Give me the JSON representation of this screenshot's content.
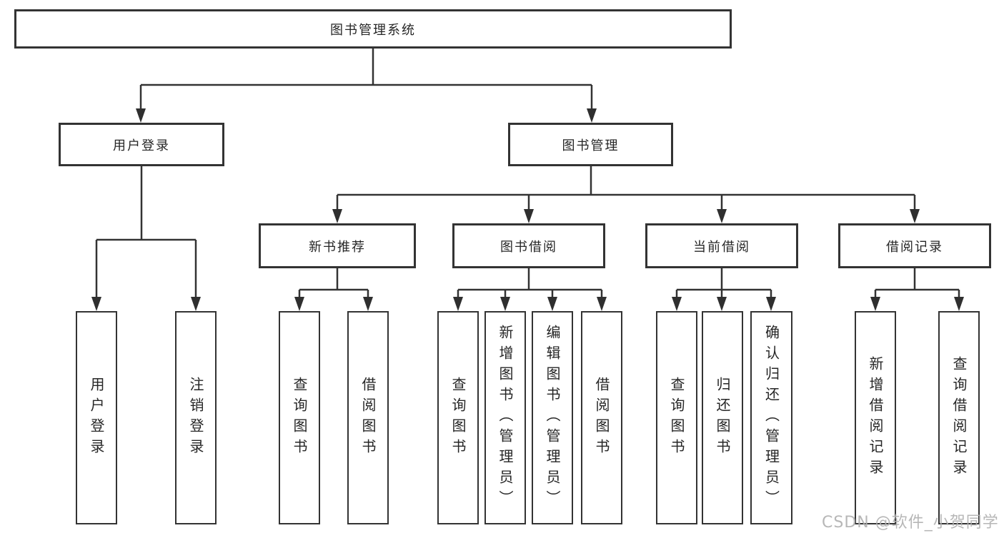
{
  "tree": {
    "label": "图书管理系统",
    "children": [
      {
        "label": "用户登录",
        "children": [
          {
            "label": "用户登录"
          },
          {
            "label": "注销登录"
          }
        ]
      },
      {
        "label": "图书管理",
        "children": [
          {
            "label": "新书推荐",
            "children": [
              {
                "label": "查询图书"
              },
              {
                "label": "借阅图书"
              }
            ]
          },
          {
            "label": "图书借阅",
            "children": [
              {
                "label": "查询图书"
              },
              {
                "label": "新增图书（管理员）"
              },
              {
                "label": "编辑图书（管理员）"
              },
              {
                "label": "借阅图书"
              }
            ]
          },
          {
            "label": "当前借阅",
            "children": [
              {
                "label": "查询图书"
              },
              {
                "label": "归还图书"
              },
              {
                "label": "确认归还（管理员）"
              }
            ]
          },
          {
            "label": "借阅记录",
            "children": [
              {
                "label": "新增借阅记录"
              },
              {
                "label": "查询借阅记录"
              }
            ]
          }
        ]
      }
    ]
  },
  "watermark": {
    "text": "CSDN @软件_小贺同学"
  },
  "colors": {
    "line": "#333333",
    "text": "#262626",
    "background": "#ffffff",
    "watermark": "#b1b1b1"
  }
}
